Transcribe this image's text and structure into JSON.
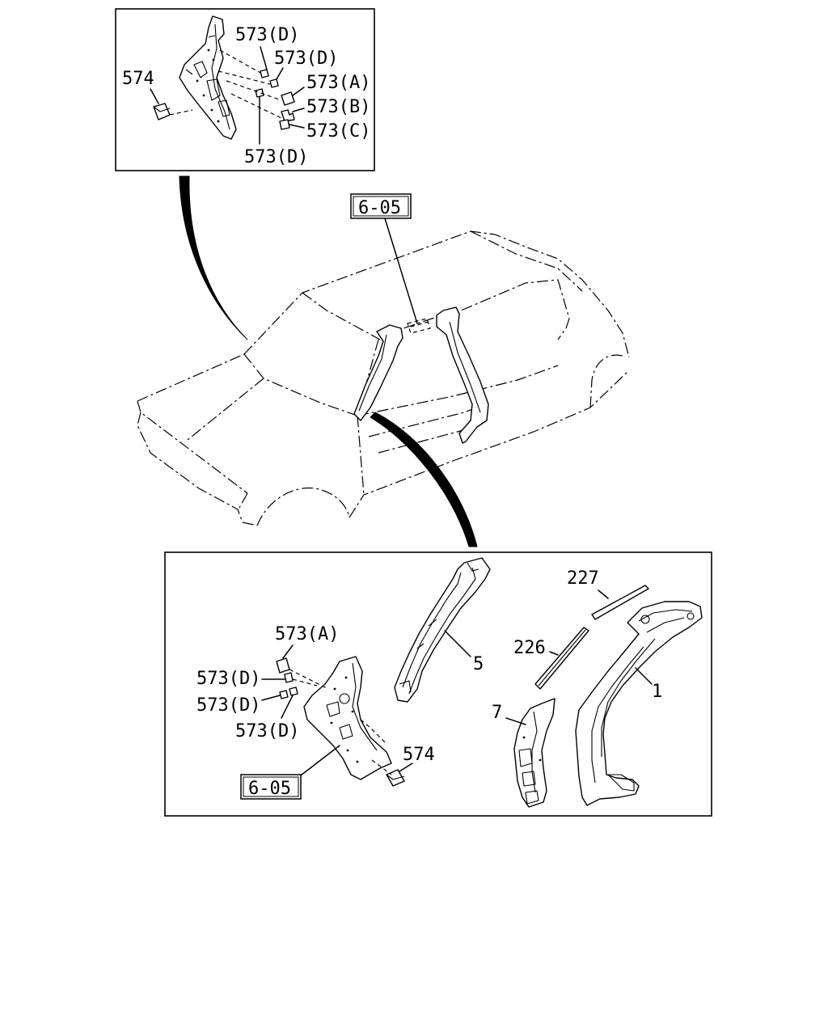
{
  "labels": {
    "inset1": {
      "l1": "573(D)",
      "l2": "573(D)",
      "l3": "573(A)",
      "l4": "573(B)",
      "l5": "573(C)",
      "l6": "573(D)",
      "l7": "574"
    },
    "car": {
      "ref": "6-05"
    },
    "inset2": {
      "a": "573(A)",
      "d1": "573(D)",
      "d2": "573(D)",
      "d3": "573(D)",
      "ref": "6-05",
      "p574": "574",
      "p5": "5",
      "p227": "227",
      "p226": "226",
      "p7": "7",
      "p1": "1"
    }
  }
}
